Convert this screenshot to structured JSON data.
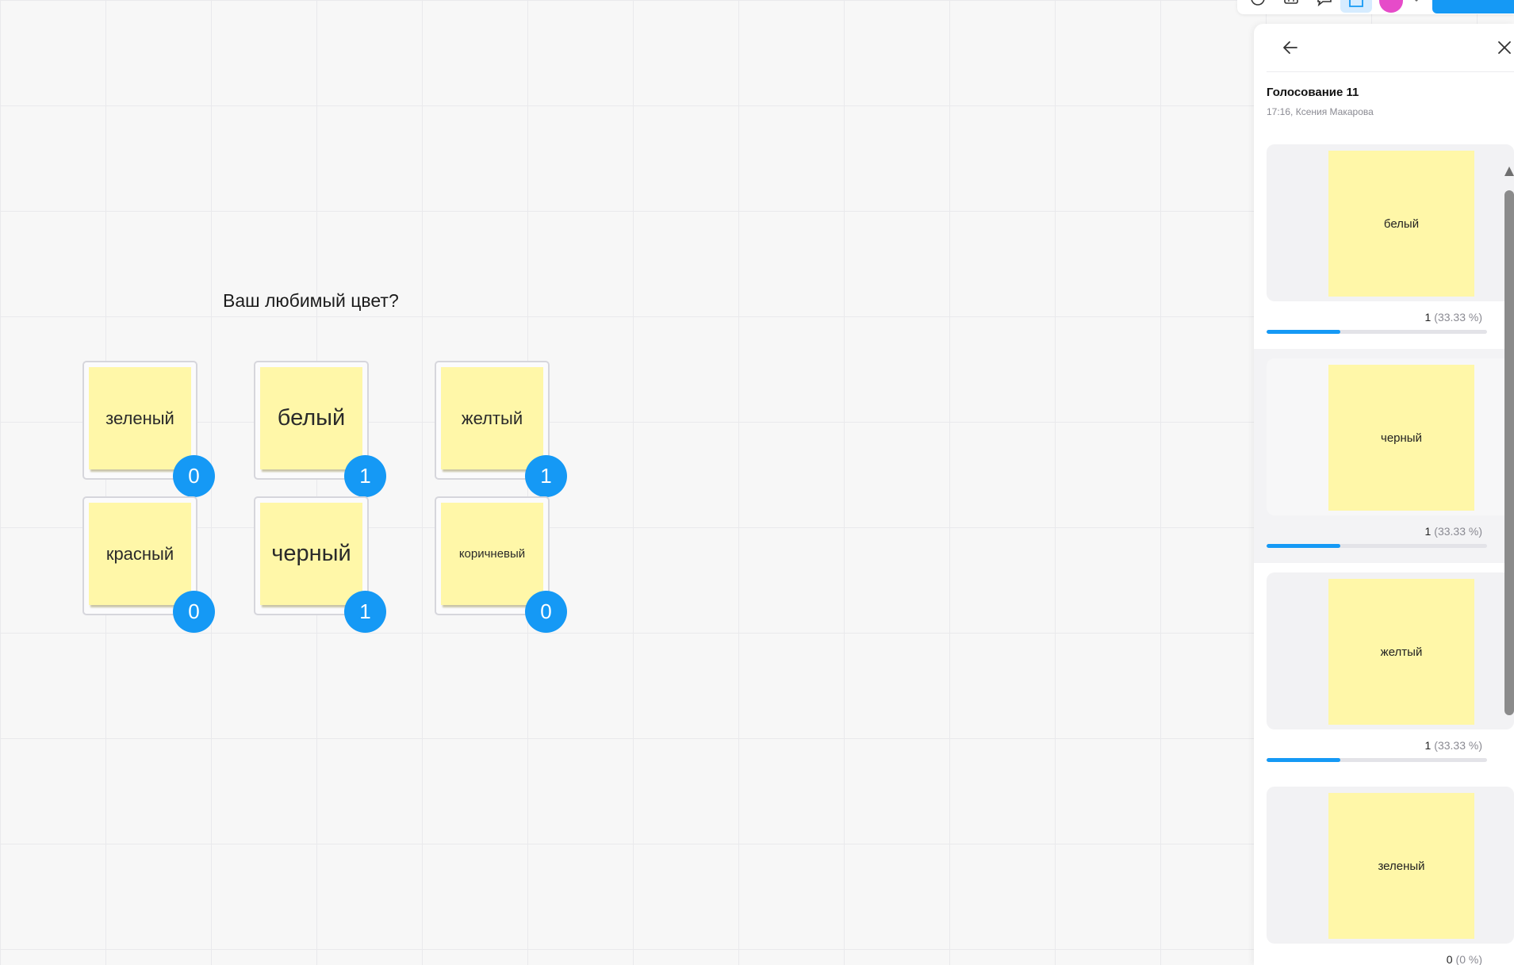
{
  "board": {
    "question": "Ваш любимый цвет?",
    "cards": [
      {
        "label": "зеленый",
        "votes": "0"
      },
      {
        "label": "белый",
        "votes": "1"
      },
      {
        "label": "желтый",
        "votes": "1"
      },
      {
        "label": "красный",
        "votes": "0"
      },
      {
        "label": "черный",
        "votes": "1"
      },
      {
        "label": "коричневый",
        "votes": "0"
      }
    ]
  },
  "panel": {
    "title": "Голосование 11",
    "meta": "17:16, Ксения Макарова",
    "results": [
      {
        "label": "белый",
        "count": "1",
        "percent": "(33.33 %)",
        "fraction": 0.3333
      },
      {
        "label": "черный",
        "count": "1",
        "percent": "(33.33 %)",
        "fraction": 0.3333
      },
      {
        "label": "желтый",
        "count": "1",
        "percent": "(33.33 %)",
        "fraction": 0.3333
      },
      {
        "label": "зеленый",
        "count": "0",
        "percent": "(0 %)",
        "fraction": 0
      }
    ]
  },
  "colors": {
    "accent": "#1599f5",
    "sticky": "#fff7a8",
    "avatar": "#e64bc9"
  }
}
